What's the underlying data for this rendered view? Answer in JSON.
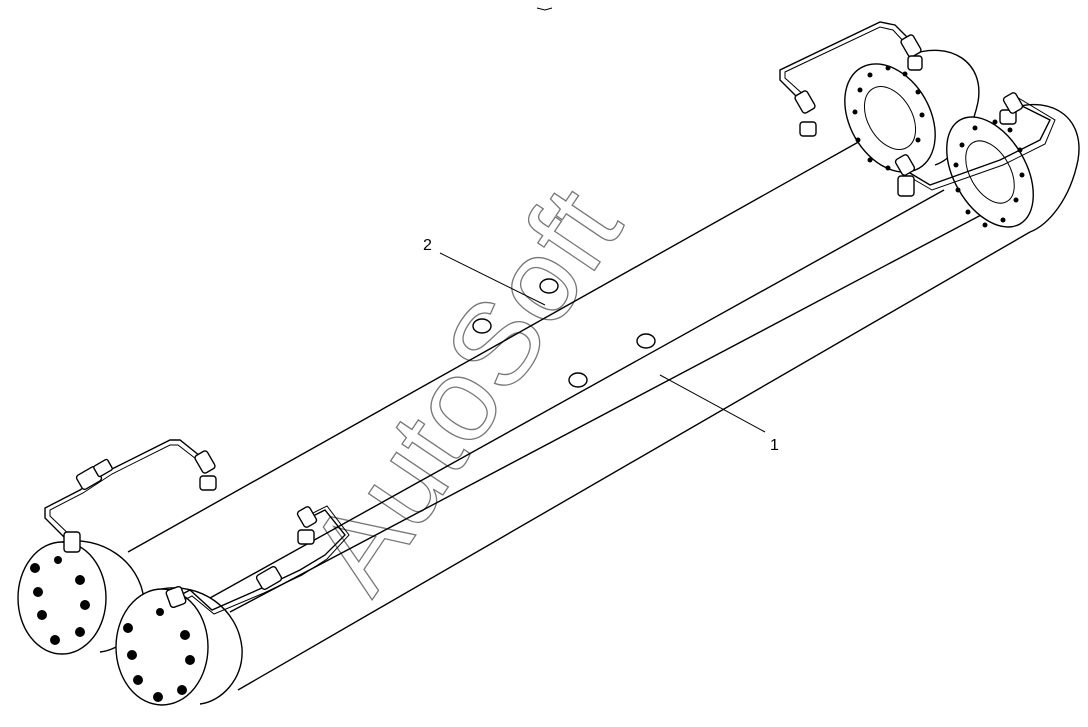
{
  "drawing": {
    "watermark": "AutoSoft",
    "callouts": [
      {
        "id": "callout-1",
        "text": "1"
      },
      {
        "id": "callout-2",
        "text": "2"
      }
    ]
  }
}
